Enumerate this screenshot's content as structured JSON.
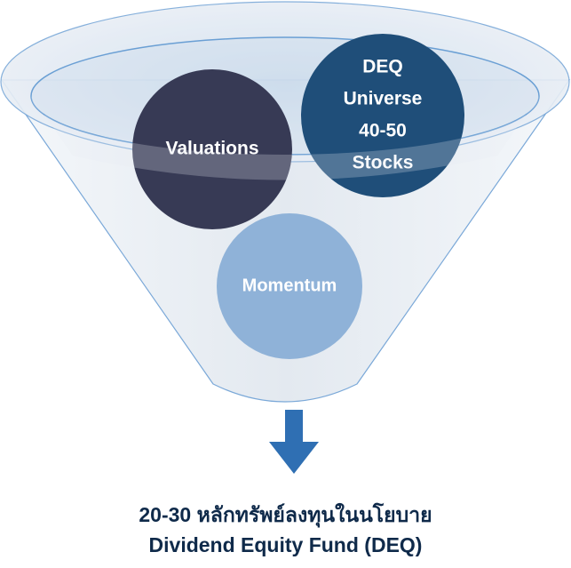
{
  "funnel": {
    "colors": {
      "funnel_fill": "#e9eef3",
      "funnel_stroke": "#6a9fd4",
      "rim_fill": "#dbe5ef",
      "rim_inner": "#b7cde6",
      "arrow": "#2f6fb3"
    }
  },
  "circles": [
    {
      "name": "valuations",
      "lines": [
        "Valuations"
      ],
      "color": "#373a55",
      "text_color": "#ffffff"
    },
    {
      "name": "deq-universe",
      "lines": [
        "DEQ",
        "Universe",
        "40-50",
        "Stocks"
      ],
      "color": "#1f4e79",
      "text_color": "#ffffff"
    },
    {
      "name": "momentum",
      "lines": [
        "Momentum"
      ],
      "color": "#8fb2d8",
      "text_color": "#ffffff"
    }
  ],
  "output": {
    "line1": "20-30 หลักทรัพย์ลงทุนในนโยบาย",
    "line2": "Dividend Equity Fund (DEQ)"
  }
}
